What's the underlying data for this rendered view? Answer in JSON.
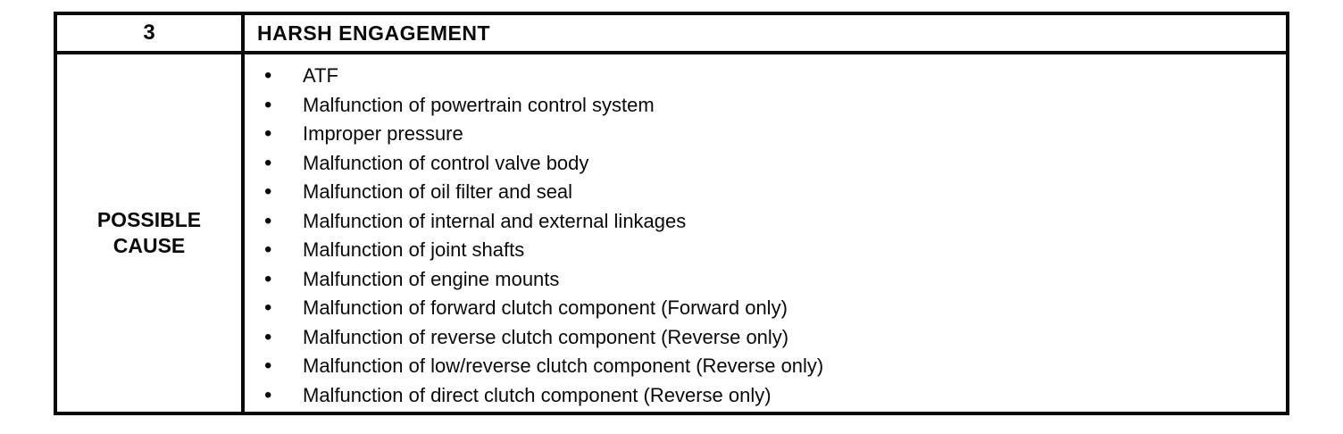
{
  "table": {
    "number": "3",
    "title": "HARSH ENGAGEMENT",
    "row_header": {
      "line1": "POSSIBLE",
      "line2": "CAUSE"
    },
    "causes": [
      "ATF",
      "Malfunction of powertrain control system",
      "Improper pressure",
      "Malfunction of control valve body",
      "Malfunction of oil filter and seal",
      "Malfunction of internal and external linkages",
      "Malfunction of joint shafts",
      "Malfunction of engine mounts",
      "Malfunction of forward clutch component (Forward only)",
      "Malfunction of reverse clutch component (Reverse only)",
      "Malfunction of low/reverse clutch component (Reverse only)",
      "Malfunction of direct clutch component (Reverse only)"
    ],
    "colors": {
      "ink": "#0a0a0a",
      "paper": "#ffffff"
    }
  }
}
